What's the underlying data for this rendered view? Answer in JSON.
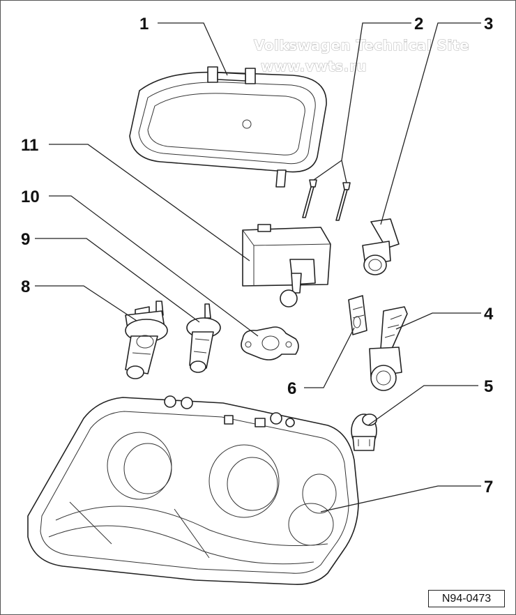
{
  "watermark": {
    "line1": "Volkswagen Technical Site",
    "line2": "www.vwts.ru"
  },
  "callouts": {
    "c1": "1",
    "c2": "2",
    "c3": "3",
    "c4": "4",
    "c5": "5",
    "c6": "6",
    "c7": "7",
    "c8": "8",
    "c9": "9",
    "c10": "10",
    "c11": "11"
  },
  "reference_code": "N94-0473",
  "colors": {
    "line": "#222222",
    "background": "#ffffff",
    "watermark": "#b4b4b4"
  }
}
